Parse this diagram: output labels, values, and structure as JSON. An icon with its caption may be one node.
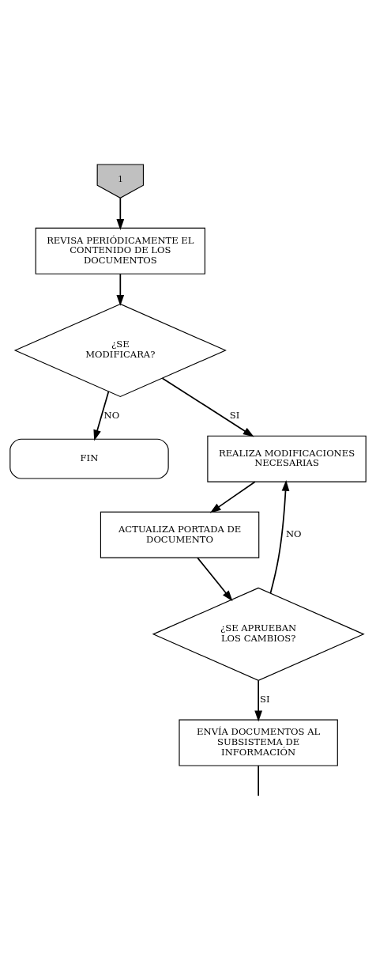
{
  "diagram": {
    "nodes": [
      {
        "text": [
          "1"
        ]
      },
      {
        "text": [
          "REVISA PERIÓDICAMENTE EL CONTENIDO DE LOS DOCUMENTOS"
        ]
      },
      {
        "text": [
          "¿SE MODIFICARA?"
        ]
      },
      {
        "text": [
          "FIN"
        ]
      },
      {
        "text": [
          "REALIZA MODIFICACIONES NECESARIAS"
        ]
      },
      {
        "text": [
          "ACTUALIZA PORTADA DE DOCUMENTO"
        ]
      },
      {
        "text": [
          "¿SE APRUEBAN LOS CAMBIOS?"
        ]
      },
      {
        "text": [
          "ENVÍA DOCUMENTOS AL SUBSISTEMA DE INFORMACIÓN"
        ]
      }
    ],
    "edges": [
      {
        "from": 0,
        "to": 1,
        "arrow": "to"
      },
      {
        "from": 1,
        "to": 2,
        "arrow": "to"
      },
      {
        "from": 2,
        "to": 3,
        "arrow": "to",
        "label": "NO"
      },
      {
        "from": 2,
        "to": 4,
        "arrow": "to",
        "label": "SI"
      },
      {
        "from": 4,
        "to": 5,
        "arrow": "to"
      },
      {
        "from": 5,
        "to": 6,
        "arrow": "to"
      },
      {
        "from": 6,
        "to": 4,
        "arrow": "to",
        "label": "NO"
      },
      {
        "from": 6,
        "to": 7,
        "arrow": "to",
        "label": "SI"
      },
      {
        "from": 7,
        "to": null,
        "arrow": "none"
      }
    ]
  }
}
